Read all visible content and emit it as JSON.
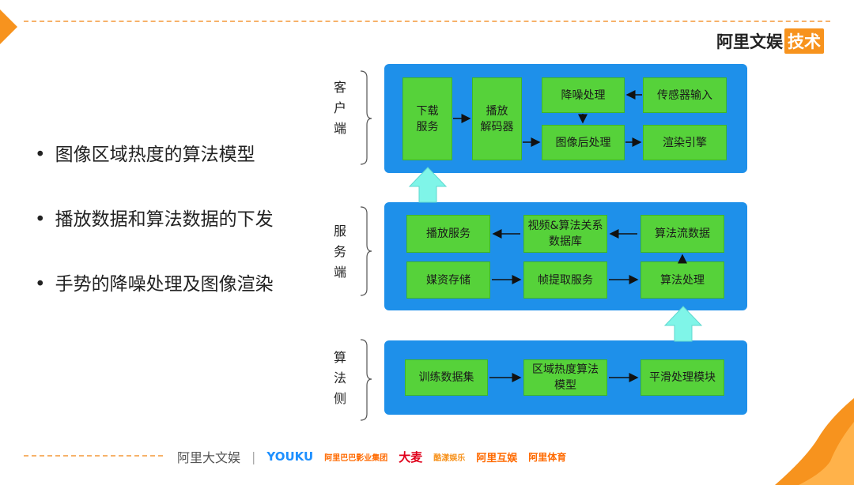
{
  "brand": {
    "name": "阿里文娱",
    "tag": "技术"
  },
  "bullets": [
    "图像区域热度的算法模型",
    "播放数据和算法数据的下发",
    "手势的降噪处理及图像渲染"
  ],
  "sections": {
    "client": {
      "label": "客户端"
    },
    "server": {
      "label": "服务端"
    },
    "algo": {
      "label": "算法侧"
    }
  },
  "boxes": {
    "download": "下载\n服务",
    "decoder": "播放\n解码器",
    "denoise": "降噪处理",
    "sensor": "传感器输入",
    "postproc": "图像后处理",
    "render": "渲染引擎",
    "play_service": "播放服务",
    "relation_db": "视频&算法关系\n数据库",
    "algo_stream": "算法流数据",
    "media_storage": "媒资存储",
    "frame_extract": "帧提取服务",
    "algo_process": "算法处理",
    "train_data": "训练数据集",
    "heat_model": "区域热度算法\n模型",
    "smooth": "平滑处理模块"
  },
  "partners": [
    "阿里大文娱",
    "YOUKU",
    "阿里巴巴影业集团",
    "大麦",
    "酷漾娱乐",
    "阿里互娱",
    "阿里体育"
  ],
  "colors": {
    "panel": "#1e90ea",
    "box": "#56d23a",
    "accent": "#f7931e",
    "up_arrow": "#7ff5e8"
  }
}
